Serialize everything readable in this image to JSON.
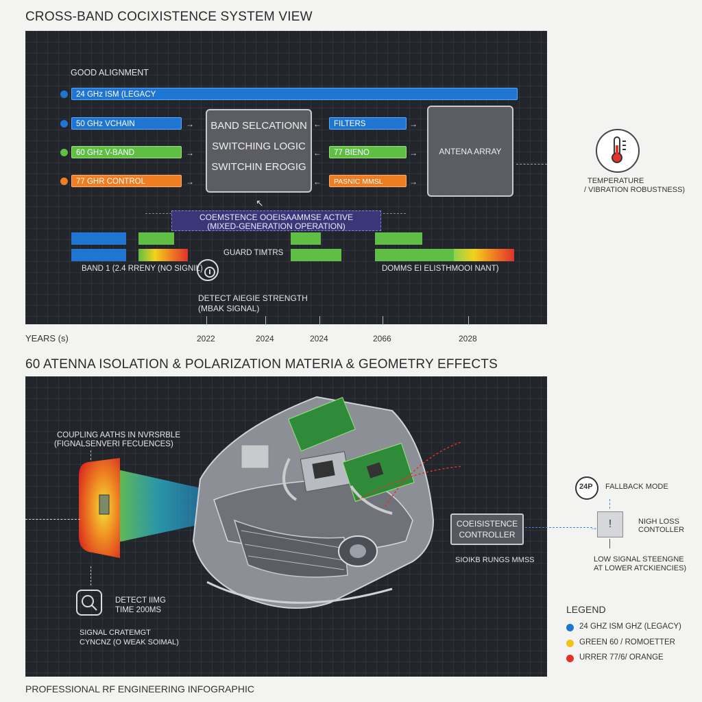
{
  "top_title": "CROSS-BAND COCIXISTENCE SYSTEM VIEW",
  "top_panel": {
    "good_alignment": "GOOD ALIGNMENT",
    "bands": [
      {
        "label": "24 GHz ISM (LEGACY",
        "color": "#1f76d2"
      },
      {
        "label": "50 GHz VCHAIN",
        "color": "#1f76d2"
      },
      {
        "label": "60 GHz V-BAND",
        "color": "#5fbf45"
      },
      {
        "label": "77 GHR CONTROL",
        "color": "#ef7d22"
      }
    ],
    "center_box": {
      "line1": "BAND SELCATIONN",
      "line2": "SWITCHING LOGIC",
      "line3": "SWITCHIN EROGIG"
    },
    "mid_bars": [
      "FILTERS",
      "77 BIENO",
      "PASNIC MMSL"
    ],
    "antenna_array": "ANTENA ARRAY",
    "coexistence_line1": "COEMSTENCE OOEISAAMMSE ACTIVE",
    "coexistence_line2": "(MIXED-GENERATION OPERATION)",
    "guard_times": "GUARD TIMTRS",
    "band1": "BAND 1 (2.4 RRENY (NO SIGNIL)",
    "domain_label": "DOMMS EI ELISTHMOOI NANT)",
    "detect": "DETECT AIEGIE STRENGTH",
    "detect_sub": "(MBAK SIGNAL)"
  },
  "temperature": {
    "line1": "TEMPERATURE",
    "line2": "/ VIBRATION ROBUSTNESS)"
  },
  "axis": {
    "label": "YEARS (s)",
    "ticks": [
      "2022",
      "2024",
      "2024",
      "2066",
      "2028"
    ]
  },
  "bottom_title": "60 ATENNA ISOLATION & POLARIZATION MATERIA & GEOMETRY EFFECTS",
  "bottom_panel": {
    "coupling_line1": "COUPLING AATHS IN NVRSRBLE",
    "coupling_line2": "(FIGNALSENVERI FECUENCES)",
    "coexistence_controller_line1": "COEISISTENCE",
    "coexistence_controller_line2": "CONTROLLER",
    "sidelabel": "SIOIKB RUNGS MMSS",
    "detect_line1": "DETECT IIMG",
    "detect_line2": "TIME 200MS",
    "signal_line1": "SIGNAL CRATEMGT",
    "signal_line2": "CYNCNZ (O WEAK SOIMAL)"
  },
  "fallback": {
    "icon_text": "24P",
    "label": "FALLBACK MODE",
    "box_line1": "NIGH LOSS",
    "box_line2": "CONTOLLER",
    "low_line1": "LOW SIGNAL STEENGNE",
    "low_line2": "AT LOWER ATCKIENCIES)"
  },
  "legend": {
    "title": "LEGEND",
    "items": [
      {
        "label": "24 GHZ ISM GHZ (LEGACY)",
        "color": "#1f76d2"
      },
      {
        "label": "GREEN 60 / ROMOETTER",
        "color": "#f2c21b"
      },
      {
        "label": "URRER 77/6/ ORANGE",
        "color": "#e0332a"
      }
    ]
  },
  "footer": "PROFESSIONAL RF ENGINEERING INFOGRAPHIC"
}
